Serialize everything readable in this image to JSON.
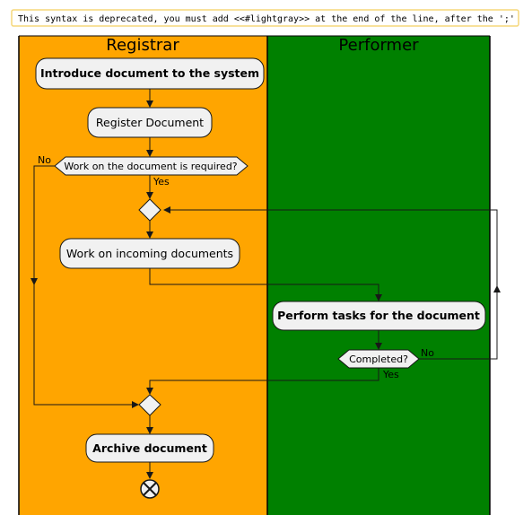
{
  "warning": "This syntax is deprecated, you must add <<#lightgray>> at the end of the line, after the ';'",
  "lanes": [
    {
      "title": "Registrar",
      "color": "#ffa500"
    },
    {
      "title": "Performer",
      "color": "#008000"
    }
  ],
  "nodes": {
    "introduce": "Introduce document to the system",
    "register": "Register Document",
    "decision_work": "Work on the document is required?",
    "work_incoming": "Work on incoming documents",
    "perform_tasks": "Perform tasks for the document",
    "decision_completed": "Completed?",
    "archive": "Archive document"
  },
  "labels": {
    "work_no": "No",
    "work_yes": "Yes",
    "completed_no": "No",
    "completed_yes": "Yes"
  }
}
